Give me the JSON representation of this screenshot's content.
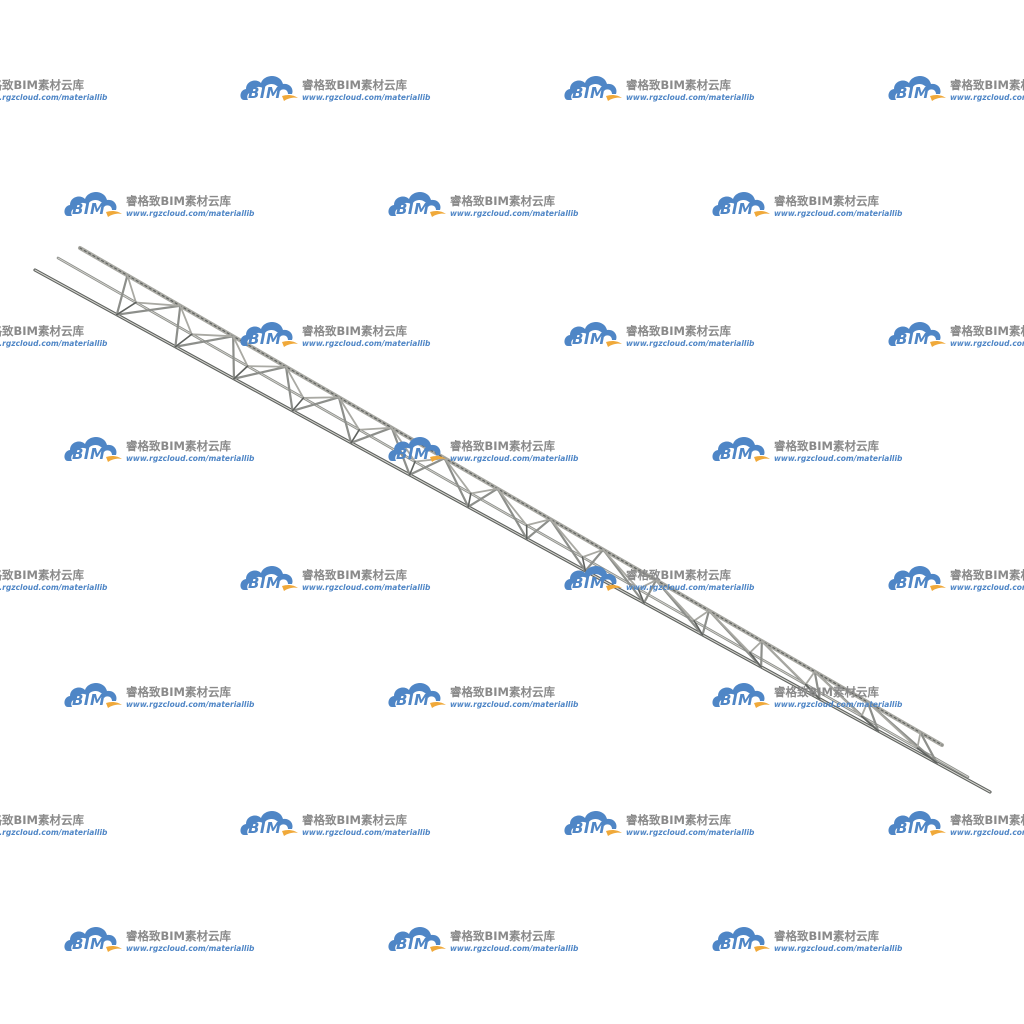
{
  "image": {
    "subject": "steel-rebar-lattice-truss",
    "background_color": "#ffffff",
    "truss_colors": {
      "top_chord": "#a9a9a3",
      "bottom_chord": "#5f625f",
      "diagonals": "#8d8f8b",
      "highlight": "#d6d6d0"
    },
    "truss_panels": 15
  },
  "watermark": {
    "logo_text": "BIM",
    "title": "睿格致BIM素材云库",
    "url": "www.rgzcloud.com/materiallib",
    "logo_colors": {
      "cloud": "#4f86c6",
      "swoosh": "#f0a93a"
    }
  }
}
